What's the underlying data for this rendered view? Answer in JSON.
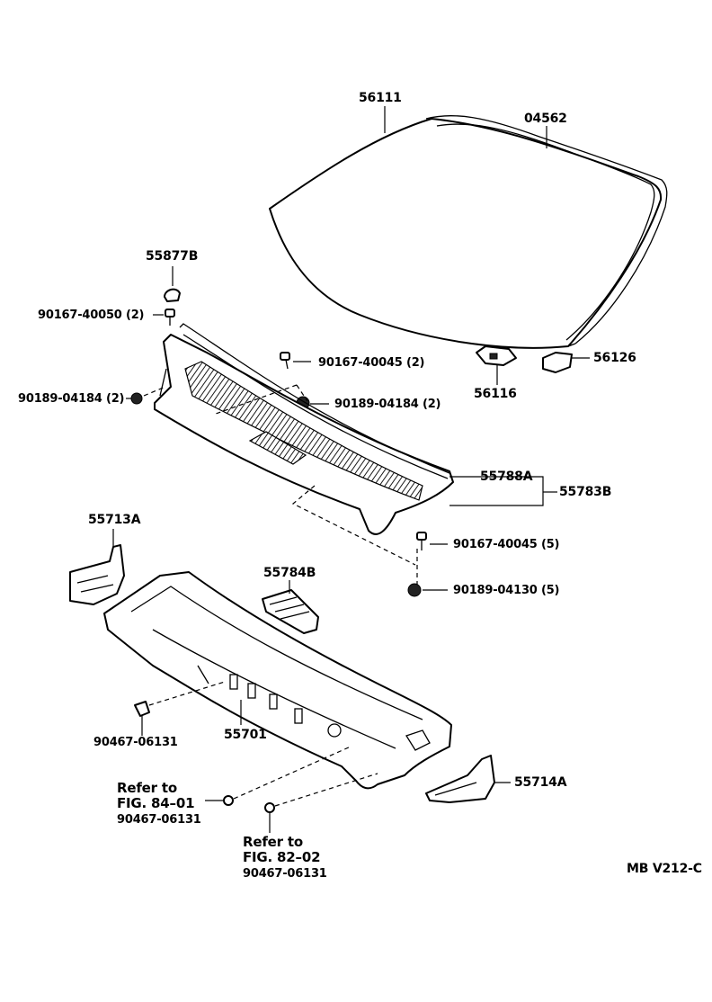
{
  "diagram_code": "MB V212-C",
  "parts": {
    "p56111": "56111",
    "p04562": "04562",
    "p55877B": "55877B",
    "p90167_40050": "90167-40050 (2)",
    "p90167_40045_2": "90167-40045 (2)",
    "p90189_04184_left": "90189-04184 (2)",
    "p90189_04184_right": "90189-04184 (2)",
    "p56126": "56126",
    "p56116": "56116",
    "p55788A": "55788A",
    "p55783B": "55783B",
    "p55713A": "55713A",
    "p55784B": "55784B",
    "p90167_40045_5": "90167-40045 (5)",
    "p90189_04130_5": "90189-04130 (5)",
    "p90467_06131_a": "90467-06131",
    "p55701": "55701",
    "p55714A": "55714A",
    "ref1_line1": "Refer to",
    "ref1_line2": "FIG. 84–01",
    "ref1_part": "90467-06131",
    "ref2_line1": "Refer to",
    "ref2_line2": "FIG. 82–02",
    "ref2_part": "90467-06131"
  }
}
